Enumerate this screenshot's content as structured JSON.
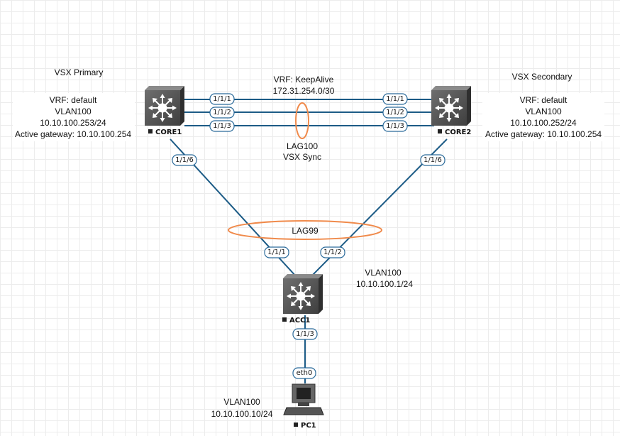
{
  "devices": {
    "core1": {
      "name": "CORE1"
    },
    "core2": {
      "name": "CORE2"
    },
    "acc1": {
      "name": "ACC1"
    },
    "pc1": {
      "name": "PC1"
    }
  },
  "labels": {
    "vsx_primary": "VSX Primary",
    "vsx_secondary": "VSX Secondary",
    "core1_info": [
      "VRF: default",
      "VLAN100",
      "10.10.100.253/24",
      "Active gateway: 10.10.100.254"
    ],
    "core2_info": [
      "VRF: default",
      "VLAN100",
      "10.10.100.252/24",
      "Active gateway: 10.10.100.254"
    ],
    "keepalive": [
      "VRF: KeepAlive",
      "172.31.254.0/30"
    ],
    "lag100": [
      "LAG100",
      "VSX Sync"
    ],
    "lag99": "LAG99",
    "acc1_info": [
      "VLAN100",
      "10.10.100.1/24"
    ],
    "pc1_info": [
      "VLAN100",
      "10.10.100.10/24"
    ]
  },
  "ports": {
    "core1_isl": [
      "1/1/1",
      "1/1/2",
      "1/1/3"
    ],
    "core2_isl": [
      "1/1/1",
      "1/1/2",
      "1/1/3"
    ],
    "core1_down": "1/1/6",
    "core2_down": "1/1/6",
    "acc1_up1": "1/1/1",
    "acc1_up2": "1/1/2",
    "acc1_down": "1/1/3",
    "pc1_nic": "eth0"
  },
  "colors": {
    "link": "#1c5b86",
    "lag_ring": "#f08a4b",
    "switch_body": "#5a5a5a"
  }
}
